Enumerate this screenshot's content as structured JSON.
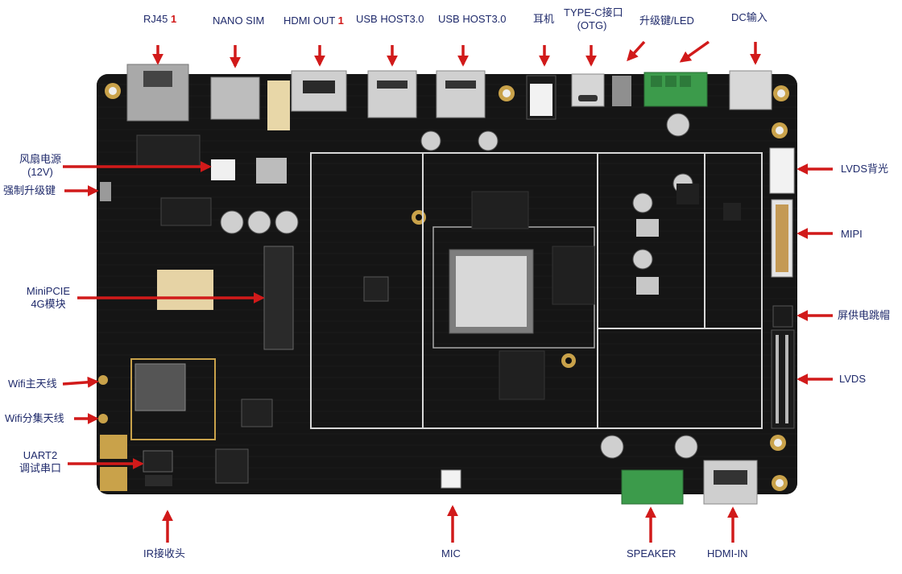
{
  "labels": {
    "rj45": {
      "text": "RJ45 ",
      "num": "1"
    },
    "nano_sim": "NANO SIM",
    "hdmi_out": {
      "text": "HDMI OUT ",
      "num": "1"
    },
    "usb_host_1": "USB HOST3.0",
    "usb_host_2": "USB HOST3.0",
    "earphone": "耳机",
    "type_c_line1": "TYPE-C接口",
    "type_c_line2": "(OTG)",
    "upgrade_led": "升级键/LED",
    "dc_input": "DC输入",
    "fan_line1": "风扇电源",
    "fan_line2": "(12V)",
    "force_upgrade": "强制升级键",
    "minipcie_line1": "MiniPCIE",
    "minipcie_line2": "4G模块",
    "wifi_main": "Wifi主天线",
    "wifi_div": "Wifi分集天线",
    "uart_line1": "UART2",
    "uart_line2": "调试串口",
    "ir": "IR接收头",
    "mic": "MIC",
    "speaker": "SPEAKER",
    "hdmi_in": "HDMI-IN",
    "lvds_backlight": "LVDS背光",
    "mipi": "MIPI",
    "screen_jumper": "屏供电跳帽",
    "lvds": "LVDS"
  },
  "colors": {
    "label_text": "#1f2a6b",
    "arrow": "#d11a1a",
    "pcb": "#141414",
    "gold": "#c9a24a",
    "outline": "#d8d8d8"
  }
}
